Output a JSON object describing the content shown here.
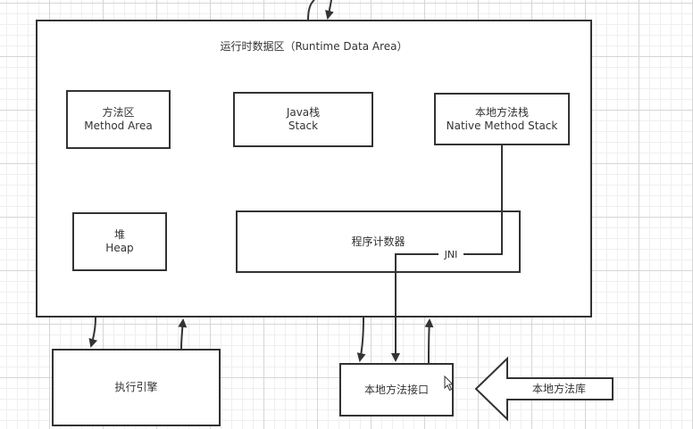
{
  "runtime_area": {
    "title": "运行时数据区（Runtime Data Area）"
  },
  "method_area": {
    "line1": "方法区",
    "line2": "Method Area"
  },
  "java_stack": {
    "line1": "Java栈",
    "line2": "Stack"
  },
  "native_stack": {
    "line1": "本地方法栈",
    "line2": "Native Method Stack"
  },
  "heap": {
    "line1": "堆",
    "line2": "Heap"
  },
  "pc_register": {
    "label": "程序计数器"
  },
  "jni": {
    "label": "JNI"
  },
  "execution_engine": {
    "label": "执行引擎"
  },
  "native_interface": {
    "label": "本地方法接口"
  },
  "native_library": {
    "label": "本地方法库"
  },
  "colors": {
    "stroke": "#333333",
    "text": "#333333",
    "background": "#ffffff",
    "grid": "#d6d6d6"
  }
}
